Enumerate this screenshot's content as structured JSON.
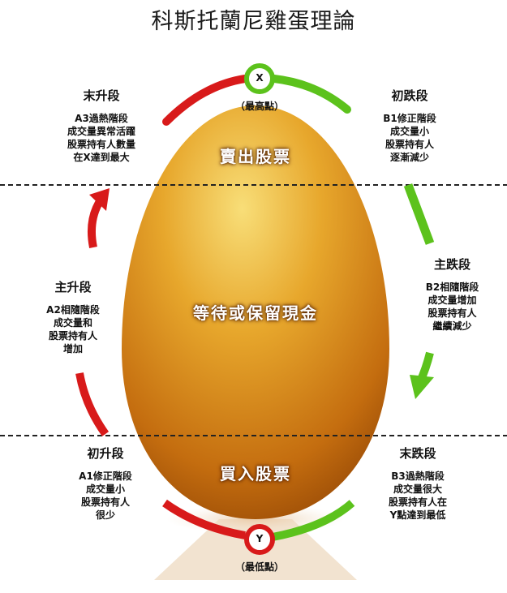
{
  "title": "科斯托蘭尼雞蛋理論",
  "egg": {
    "top_label": "賣出股票",
    "middle_label": "等待或保留現金",
    "bottom_label": "買入股票"
  },
  "points": {
    "top": {
      "letter": "X",
      "label": "（最高點）"
    },
    "bottom": {
      "letter": "Y",
      "label": "（最低點）"
    }
  },
  "stages": {
    "a3": {
      "name": "末升段",
      "lines": [
        "A3過熱階段",
        "成交量異常活躍",
        "股票持有人數量",
        "在X達到最大"
      ]
    },
    "b1": {
      "name": "初跌段",
      "lines": [
        "B1修正階段",
        "成交量小",
        "股票持有人",
        "逐漸減少"
      ]
    },
    "a2": {
      "name": "主升段",
      "lines": [
        "A2相隨階段",
        "成交量和",
        "股票持有人",
        "增加"
      ]
    },
    "b2": {
      "name": "主跌段",
      "lines": [
        "B2相隨階段",
        "成交量增加",
        "股票持有人",
        "繼續減少"
      ]
    },
    "a1": {
      "name": "初升段",
      "lines": [
        "A1修正階段",
        "成交量小",
        "股票持有人",
        "很少"
      ]
    },
    "b3": {
      "name": "末跌段",
      "lines": [
        "B3過熱階段",
        "成交量很大",
        "股票持有人在",
        "Y點達到最低"
      ]
    }
  },
  "colors": {
    "rise": "#d81a1a",
    "fall": "#5cc21c",
    "egg_light": "#f6d25a",
    "egg_dark": "#b85a08"
  }
}
